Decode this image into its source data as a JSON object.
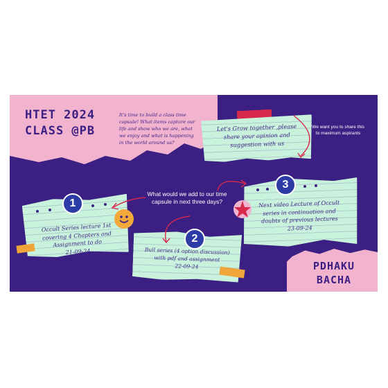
{
  "title": {
    "line1": "HTET 2024",
    "line2": "CLASS @PB"
  },
  "intro_text": "It's time to build a class time capsule! What items capture our life and show who we are, what we enjoy and what is happening in the world around us?",
  "top_note": {
    "lines": [
      "Let's Grow together ,please",
      "share your opinion and",
      "suggestion with us"
    ]
  },
  "share_text": "We want you to share this to maximum aspirants",
  "question": "What would we add to our time capsule in next three days?",
  "items": [
    {
      "number": "1",
      "lines": [
        "Occult Series lecture 1st",
        "covering 4 Chapters and",
        "Assignment to do",
        "21-09-24"
      ]
    },
    {
      "number": "2",
      "lines": [
        "Bull series (4 option discussion)",
        "with pdf and assignment",
        "22-09-24"
      ]
    },
    {
      "number": "3",
      "lines": [
        "Next video Lecture of Occult",
        "series in continuation and",
        "doubts of previous lectures",
        "23-09-24"
      ]
    }
  ],
  "brand": {
    "line1": "PDHAKU",
    "line2": "BACHA"
  },
  "colors": {
    "background": "#3b1f82",
    "pink": "#f2b3cf",
    "note": "#c9f2dd",
    "badge": "#2c3ba6",
    "accent_red": "#d6294c",
    "accent_yellow": "#f0a53a"
  },
  "icons": [
    "smiley-icon",
    "star-sticker-icon",
    "arrow-icon"
  ]
}
